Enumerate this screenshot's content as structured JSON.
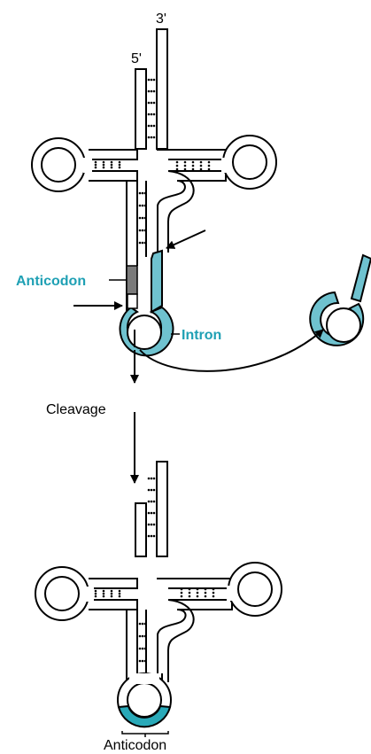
{
  "labels": {
    "three_prime": "3'",
    "five_prime": "5'",
    "anticodon_top": "Anticodon",
    "intron": "Intron",
    "cleavage": "Cleavage",
    "anticodon_bottom": "Anticodon"
  },
  "colors": {
    "intron": "#6fc2cf",
    "anticodon_highlight": "#29a9b8",
    "anticodon_block": "#7a7a7a",
    "label_teal": "#1fa0b4",
    "stroke": "#000000"
  }
}
